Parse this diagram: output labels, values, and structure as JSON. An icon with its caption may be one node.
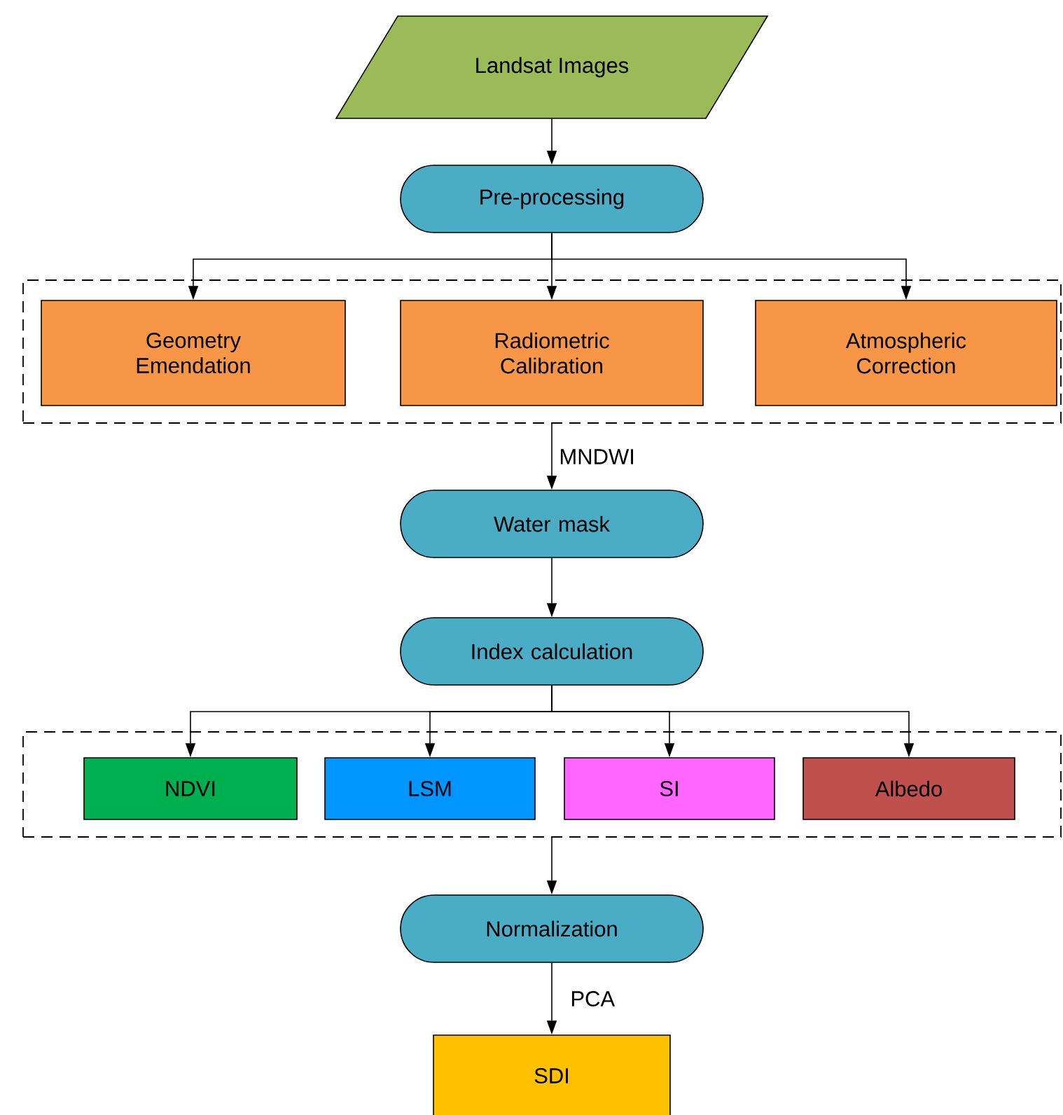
{
  "diagram": {
    "nodes": [
      {
        "text": [
          "Landsat Images"
        ]
      },
      {
        "text": [
          "Pre-processing"
        ]
      },
      {
        "text": [],
        "shape": "box"
      },
      {
        "text": [
          "Geometry Emendation"
        ],
        "in": 2
      },
      {
        "text": [
          "Radiometric Calibration"
        ],
        "in": 2
      },
      {
        "text": [
          "Atmospheric Correction"
        ],
        "in": 2
      },
      {
        "text": [
          "Water mask"
        ]
      },
      {
        "text": [
          "Index calculation"
        ]
      },
      {
        "text": [],
        "shape": "box"
      },
      {
        "text": [
          "NDVI"
        ],
        "in": 8
      },
      {
        "text": [
          "LSM"
        ],
        "in": 8
      },
      {
        "text": [
          "SI"
        ],
        "in": 8
      },
      {
        "text": [
          "Albedo"
        ],
        "in": 8
      },
      {
        "text": [
          "Normalization"
        ]
      },
      {
        "text": [
          "SDI"
        ]
      }
    ],
    "edges": [
      {
        "from": 0,
        "to": 1,
        "arrow": "to"
      },
      {
        "from": 1,
        "to": 3,
        "arrow": "to"
      },
      {
        "from": 1,
        "to": 4,
        "arrow": "to"
      },
      {
        "from": 1,
        "to": 5,
        "arrow": "to"
      },
      {
        "from": 2,
        "to": 6,
        "arrow": "to",
        "label": "MNDWI"
      },
      {
        "from": 6,
        "to": 7,
        "arrow": "to"
      },
      {
        "from": 7,
        "to": 9,
        "arrow": "to"
      },
      {
        "from": 7,
        "to": 10,
        "arrow": "to"
      },
      {
        "from": 7,
        "to": 11,
        "arrow": "to"
      },
      {
        "from": 7,
        "to": 12,
        "arrow": "to"
      },
      {
        "from": 8,
        "to": 13,
        "arrow": "to"
      },
      {
        "from": 13,
        "to": 14,
        "arrow": "to",
        "label": "PCA"
      }
    ]
  }
}
